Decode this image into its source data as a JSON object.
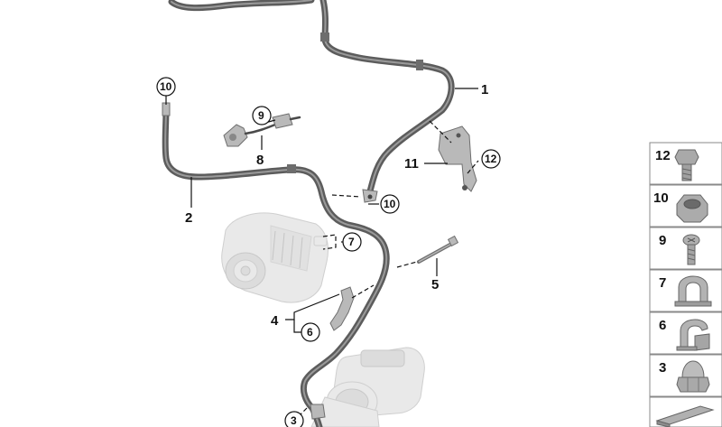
{
  "callouts": {
    "c1": "1",
    "c2": "2",
    "c3": "3",
    "c4": "4",
    "c5": "5",
    "c6": "6",
    "c7": "7",
    "c8": "8",
    "c9": "9",
    "c10a": "10",
    "c10b": "10",
    "c11": "11",
    "c12": "12"
  },
  "parts_panel": [
    {
      "number": "12",
      "icon": "hex-bolt-icon"
    },
    {
      "number": "10",
      "icon": "hex-nut-icon"
    },
    {
      "number": "9",
      "icon": "round-head-screw-icon"
    },
    {
      "number": "7",
      "icon": "cable-clip-icon"
    },
    {
      "number": "6",
      "icon": "cable-clip-open-icon"
    },
    {
      "number": "3",
      "icon": "cap-nut-icon"
    },
    {
      "number": "",
      "icon": "gasket-strip-icon"
    }
  ],
  "colors": {
    "cable": "#5c5c5c",
    "cable_highlight": "#9a9a9a",
    "ghost_part": "#e6e6e6",
    "panel_border": "#8a8a8a"
  }
}
